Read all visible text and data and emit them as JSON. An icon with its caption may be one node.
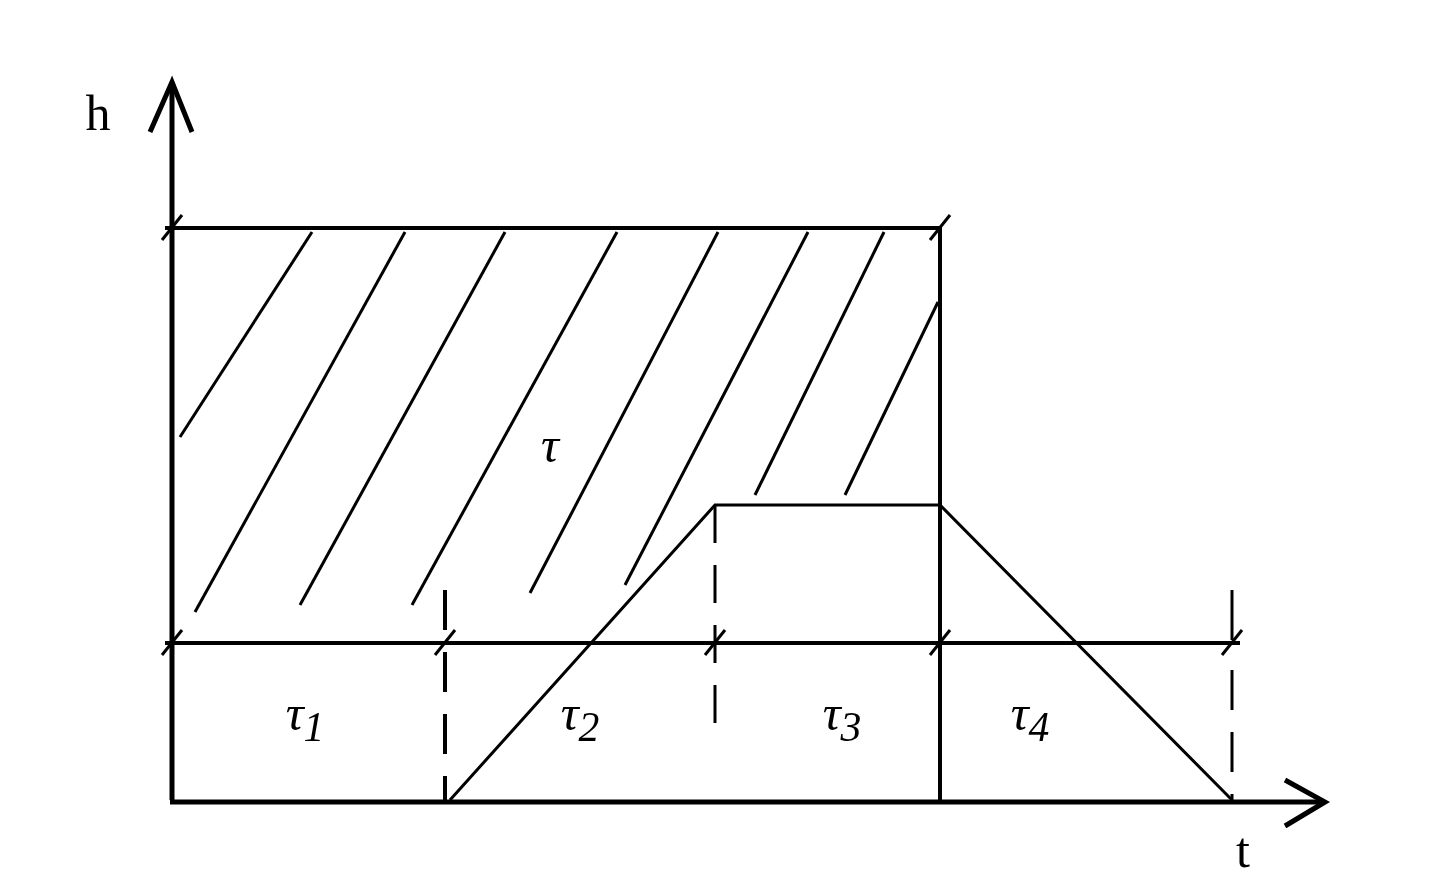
{
  "diagram": {
    "labels": [
      "h",
      "τ",
      "τ$_{1}$",
      "τ$_{2}$",
      "τ$_{3}$",
      "τ$_{4}$",
      "t"
    ]
  }
}
